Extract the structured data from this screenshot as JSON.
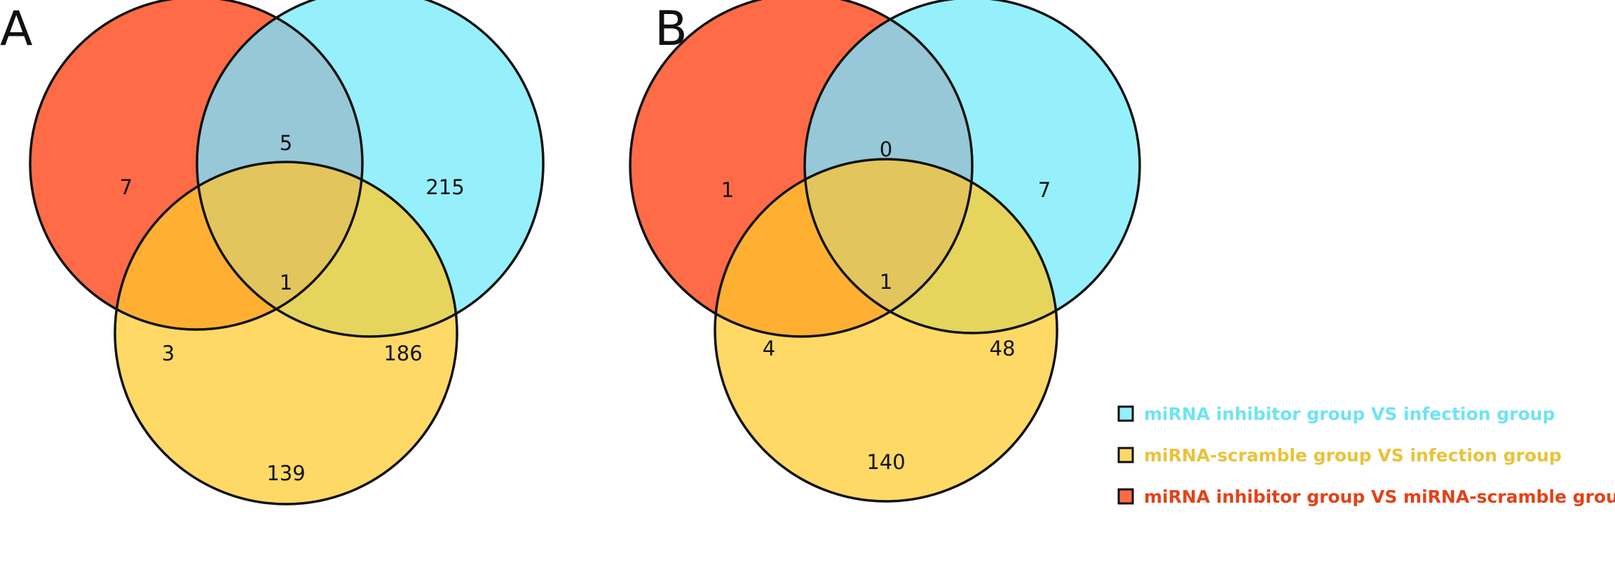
{
  "colors": {
    "set_a": "#FF6B47",
    "set_b": "#95F0FC",
    "set_c": "#FFD966",
    "region_ab": "#96C8D8",
    "region_ac": "#FFB033",
    "region_bc": "#E5D55D",
    "region_abc": "#E2C55C",
    "outline": "#111111",
    "legend_b_text": "#6FE3F5",
    "legend_c_text": "#E8C33A",
    "legend_a_text": "#E34218"
  },
  "panels": [
    {
      "letter": "A",
      "counts": {
        "a_only": "7",
        "ab": "5",
        "b_only": "215",
        "abc": "1",
        "ac": "3",
        "bc": "186",
        "c_only": "139"
      }
    },
    {
      "letter": "B",
      "counts": {
        "a_only": "1",
        "ab": "0",
        "b_only": "7",
        "abc": "1",
        "ac": "4",
        "bc": "48",
        "c_only": "140"
      }
    }
  ],
  "legend": [
    {
      "label": "miRNA inhibitor group VS infection group",
      "color_key": "set_b"
    },
    {
      "label": "miRNA-scramble group VS infection group",
      "color_key": "set_c"
    },
    {
      "label": "miRNA inhibitor group VS miRNA-scramble group",
      "color_key": "set_a"
    }
  ]
}
